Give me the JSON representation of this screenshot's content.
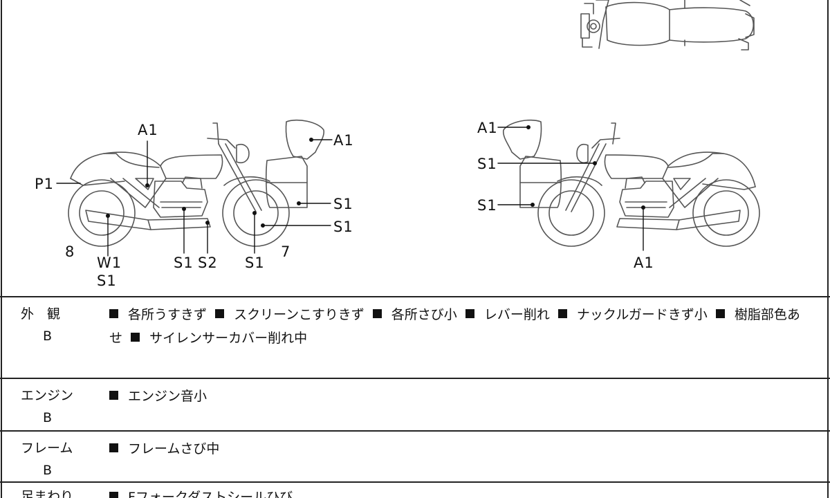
{
  "labels": {
    "left": {
      "a1_tank": "A1",
      "a1_screen": "A1",
      "p1": "P1",
      "s1_cowl": "S1",
      "s1_fork": "S1",
      "num8": "8",
      "w1": "W1",
      "s1_exhaust": "S1",
      "s1_engine": "S1",
      "s2": "S2",
      "s1_wheel": "S1",
      "num7": "7"
    },
    "right": {
      "a1_screen": "A1",
      "s1_guard": "S1",
      "s1_cowl": "S1",
      "a1_engine": "A1"
    }
  },
  "rows": [
    {
      "name": "外　観",
      "grade": "B",
      "items": [
        "各所うすきず",
        "スクリーンこすりきず",
        "各所さび小",
        "レバー削れ",
        "ナックルガードきず小",
        "樹脂部色あせ",
        "サイレンサーカバー削れ中"
      ]
    },
    {
      "name": "エンジン",
      "grade": "B",
      "items": [
        "エンジン音小"
      ]
    },
    {
      "name": "フレーム",
      "grade": "B",
      "items": [
        "フレームさび中"
      ]
    },
    {
      "name": "足まわり",
      "grade": "",
      "items": [
        "Fフォークダストシールひび"
      ]
    }
  ]
}
